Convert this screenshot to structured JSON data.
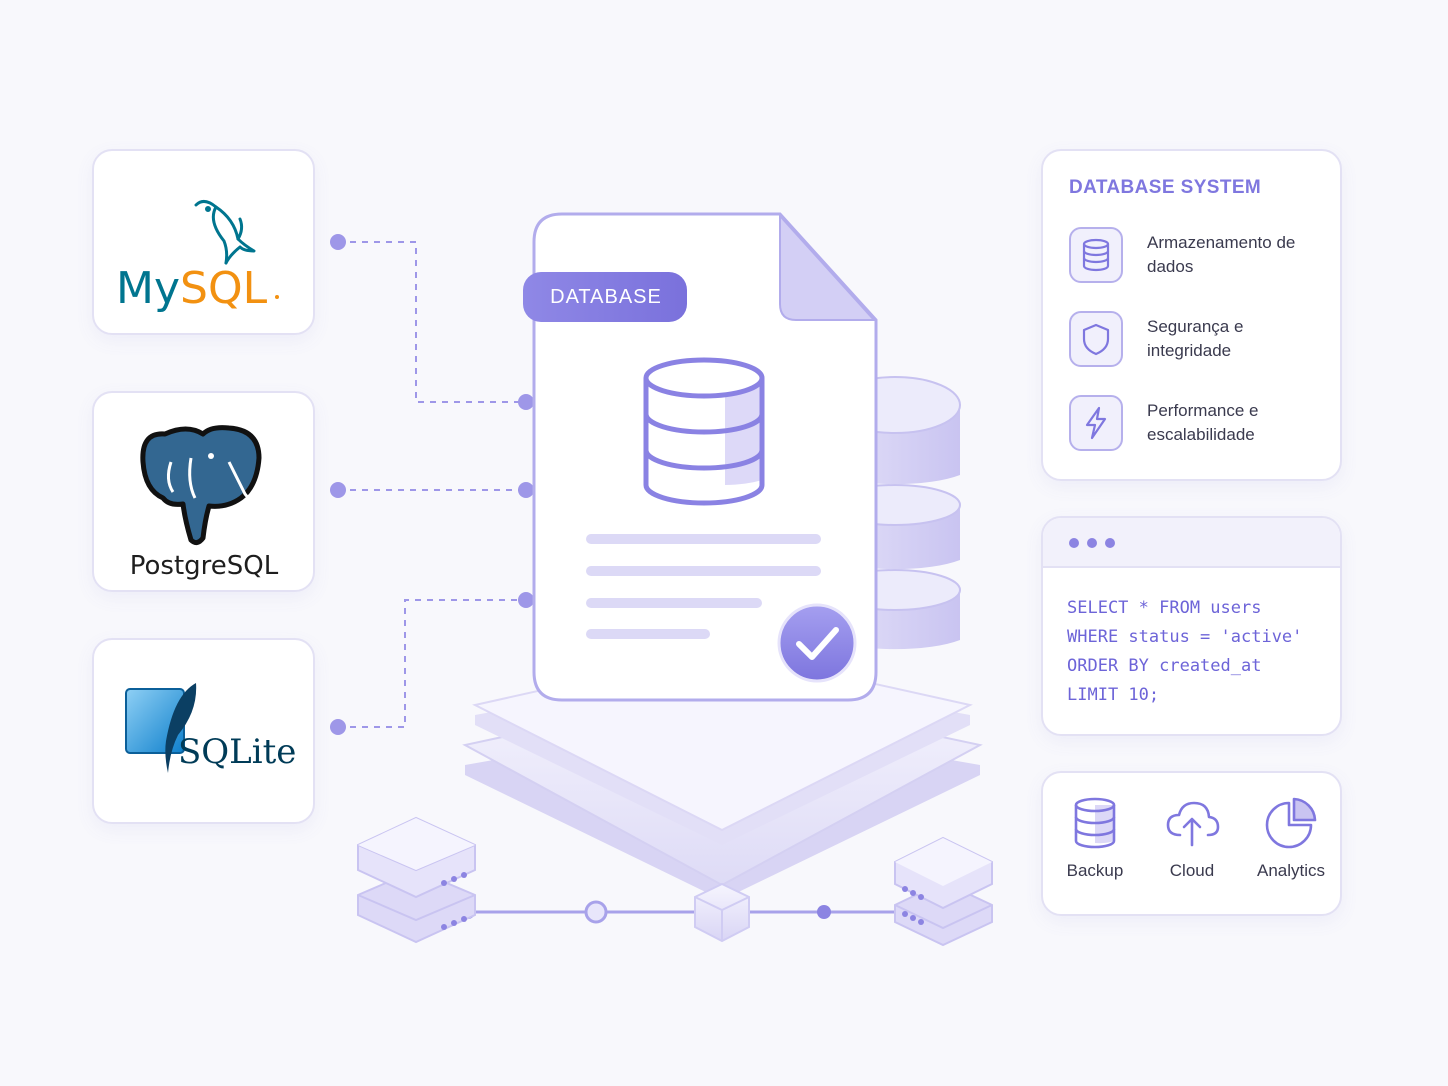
{
  "logos": {
    "mysql": {
      "label_my": "My",
      "label_sql": "SQL"
    },
    "postgres": {
      "label": "PostgreSQL"
    },
    "sqlite": {
      "label": "SQLite"
    }
  },
  "document": {
    "badge_label": "DATABASE"
  },
  "features": {
    "title": "DATABASE SYSTEM",
    "items": [
      {
        "icon": "database-icon",
        "label": "Armazenamento de dados"
      },
      {
        "icon": "shield-icon",
        "label": "Segurança e integridade"
      },
      {
        "icon": "lightning-icon",
        "label": "Performance e escalabilidade"
      }
    ]
  },
  "code": {
    "lines": [
      "SELECT * FROM users",
      "WHERE status = 'active'",
      "ORDER BY created_at",
      "LIMIT 10;"
    ]
  },
  "tools": [
    {
      "icon": "database-icon",
      "label": "Backup"
    },
    {
      "icon": "cloud-upload-icon",
      "label": "Cloud"
    },
    {
      "icon": "pie-chart-icon",
      "label": "Analytics"
    }
  ],
  "colors": {
    "accent": "#7f77df",
    "accent_light": "#b6b0ec",
    "mysql_blue": "#00758f",
    "mysql_orange": "#f29111",
    "postgres_blue": "#336791",
    "sqlite_blue": "#0f80cc"
  }
}
